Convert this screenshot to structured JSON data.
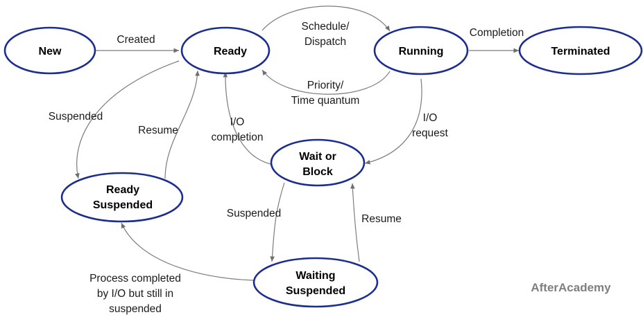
{
  "diagram": {
    "states": {
      "new": "New",
      "ready": "Ready",
      "running": "Running",
      "terminated": "Terminated",
      "wait_block": [
        "Wait or",
        "Block"
      ],
      "ready_suspended": [
        "Ready",
        "Suspended"
      ],
      "waiting_suspended": [
        "Waiting",
        "Suspended"
      ]
    },
    "transitions": {
      "created": "Created",
      "schedule_dispatch": [
        "Schedule/",
        "Dispatch"
      ],
      "priority_time_quantum": [
        "Priority/",
        "Time quantum"
      ],
      "completion": "Completion",
      "io_request": [
        "I/O",
        "request"
      ],
      "io_completion": [
        "I/O",
        "completion"
      ],
      "suspended_from_ready": "Suspended",
      "resume_to_ready": "Resume",
      "suspended_from_wait": "Suspended",
      "resume_to_wait": "Resume",
      "process_completed_io": [
        "Process completed",
        "by I/O but still in",
        "suspended"
      ]
    }
  },
  "branding": {
    "watermark": "AfterAcademy"
  },
  "colors": {
    "node_stroke": "#1c2d8f",
    "edge": "#7a7a7a",
    "watermark": "#7f7f7f"
  }
}
